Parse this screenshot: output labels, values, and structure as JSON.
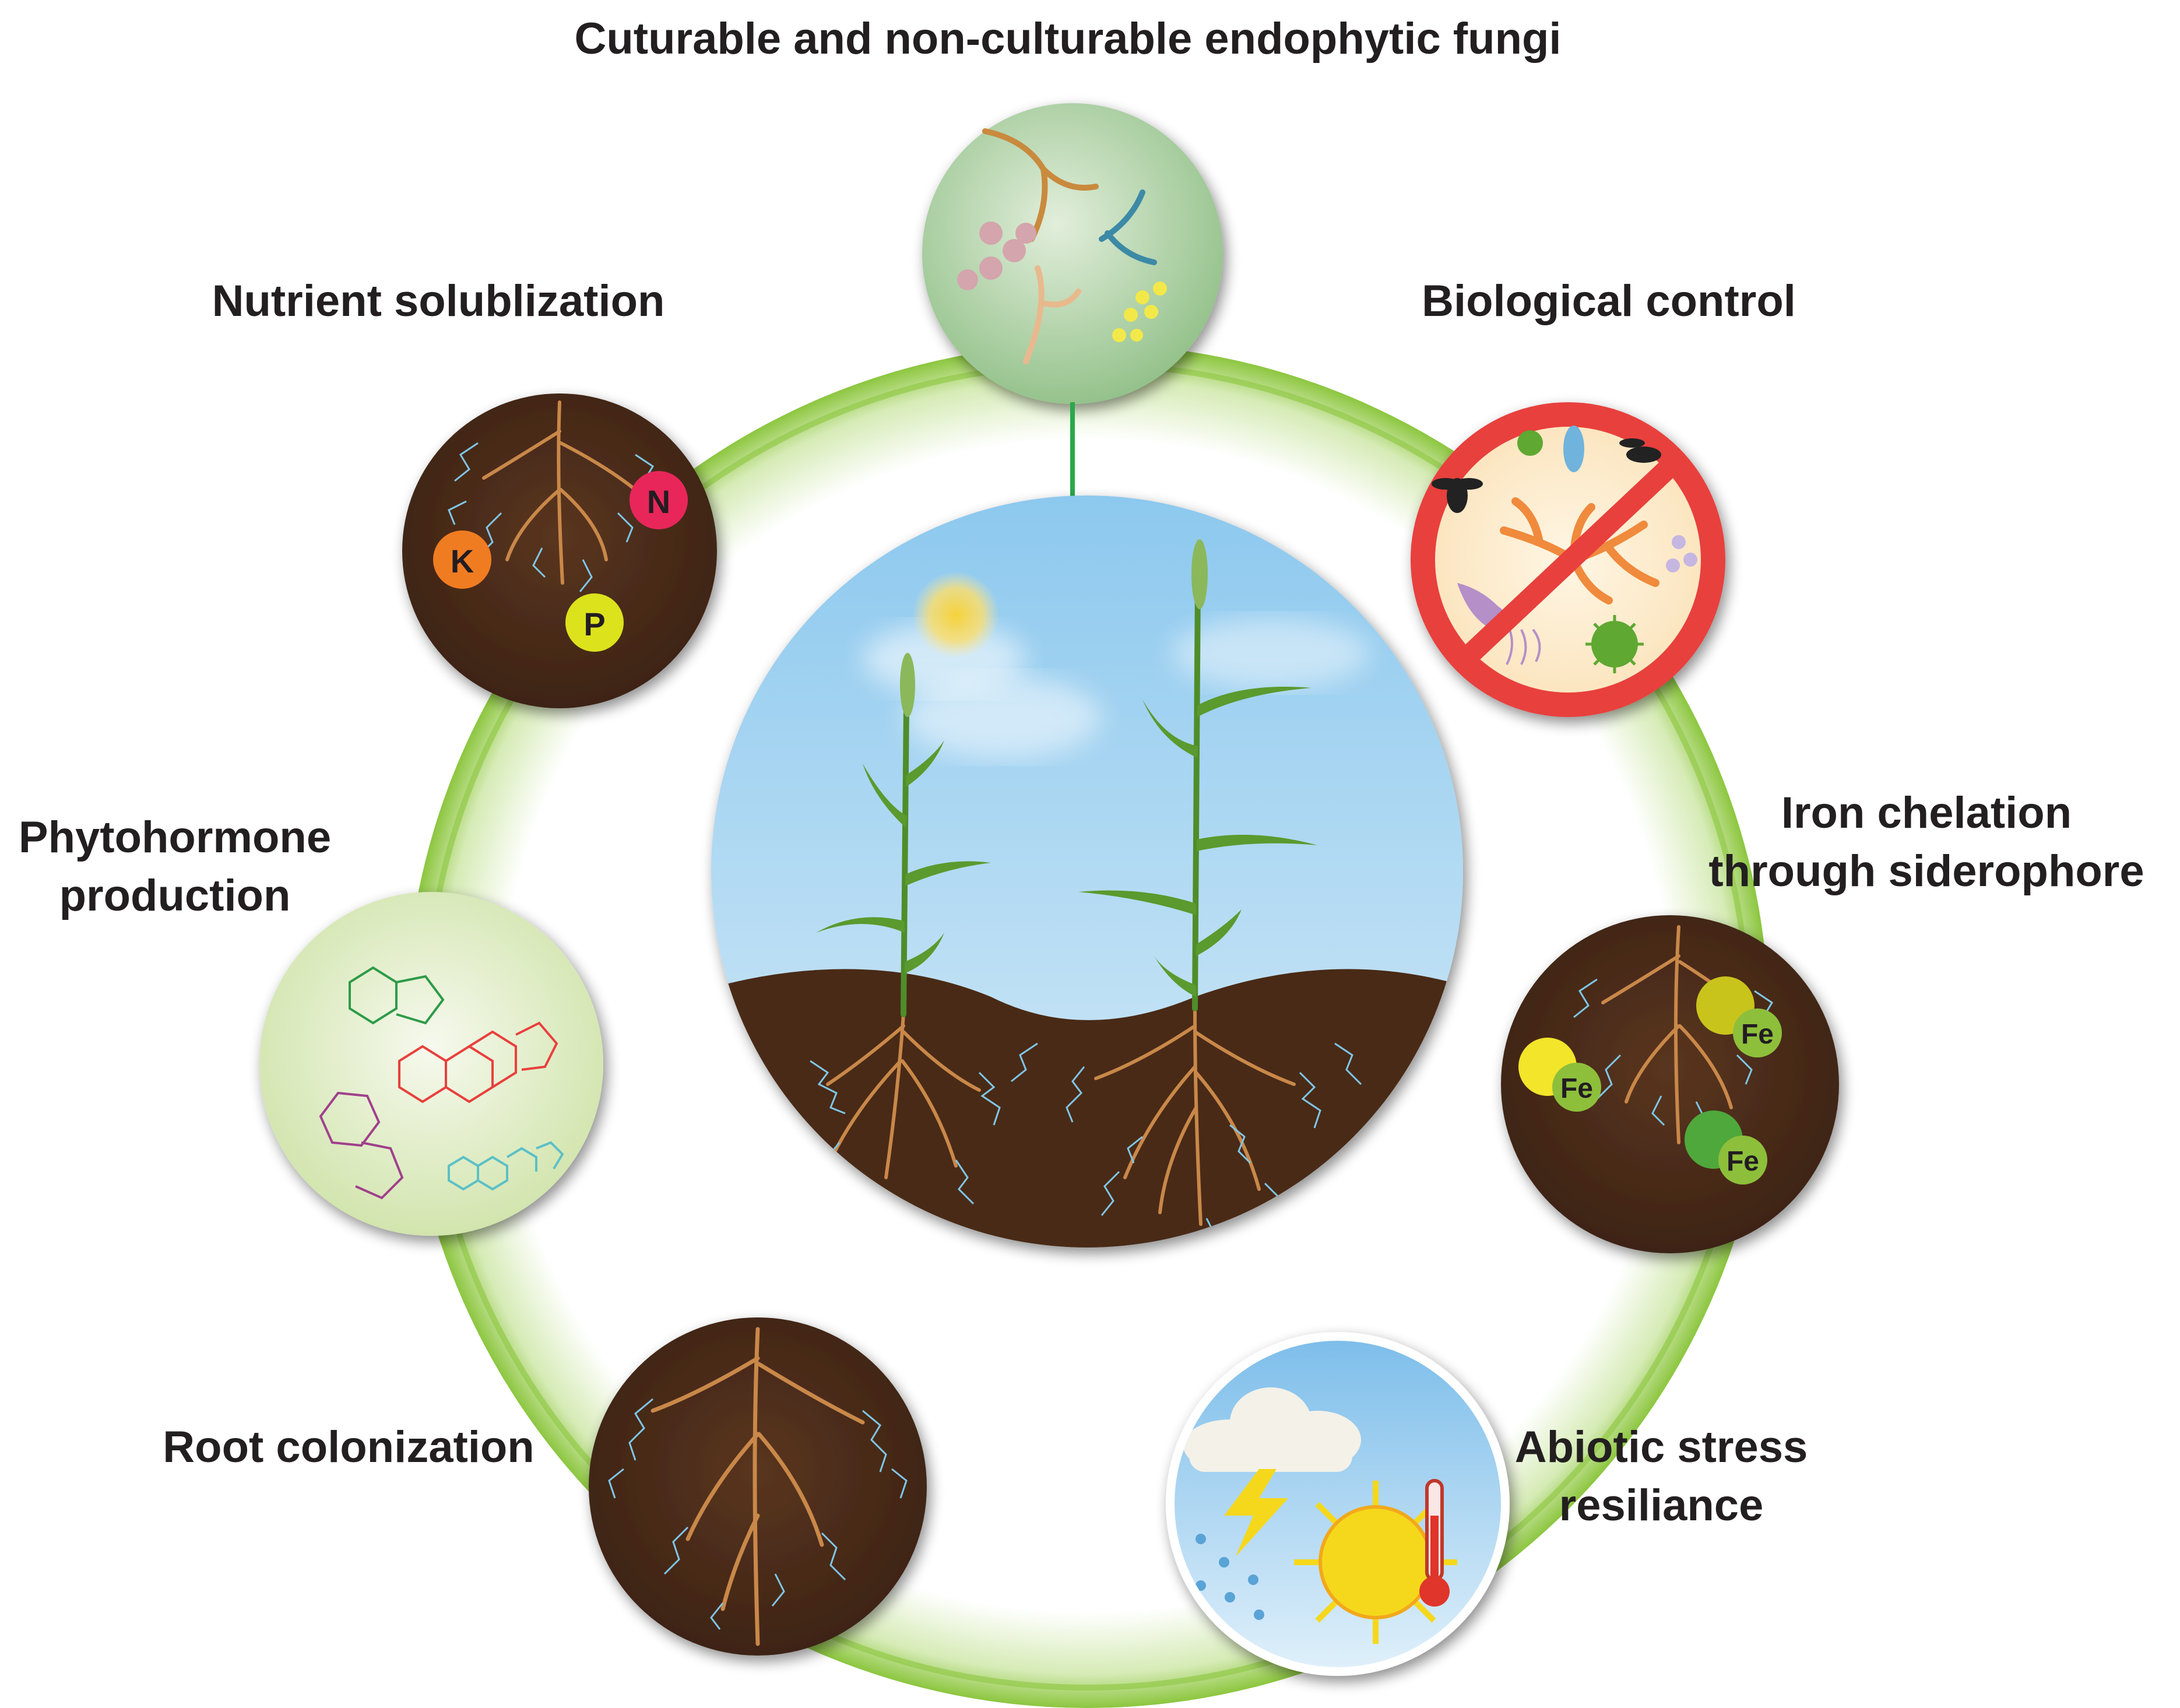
{
  "title": "Cuturable and non-culturable endophytic fungi",
  "labels": {
    "nutrient": "Nutrient solublization",
    "biocontrol": "Biological control",
    "iron_line1": "Iron chelation",
    "iron_line2": "through siderophore",
    "phyto_line1": "Phytohormone",
    "phyto_line2": "production",
    "root": "Root colonization",
    "abiotic_line1": "Abiotic stress",
    "abiotic_line2": "resiliance"
  },
  "nutrients": {
    "n": "N",
    "k": "K",
    "p": "P"
  },
  "iron": {
    "fe1": "Fe",
    "fe2": "Fe",
    "fe3": "Fe"
  },
  "colors": {
    "ring": "#8cc63f",
    "soil": "#4a2a17",
    "sky": "#a9d3ef",
    "arrow": "#2aa84a",
    "prohibit": "#e8413c",
    "leaf": "#5a9a2e",
    "root": "#c9884a",
    "hyphae": "#7fc7e8"
  }
}
